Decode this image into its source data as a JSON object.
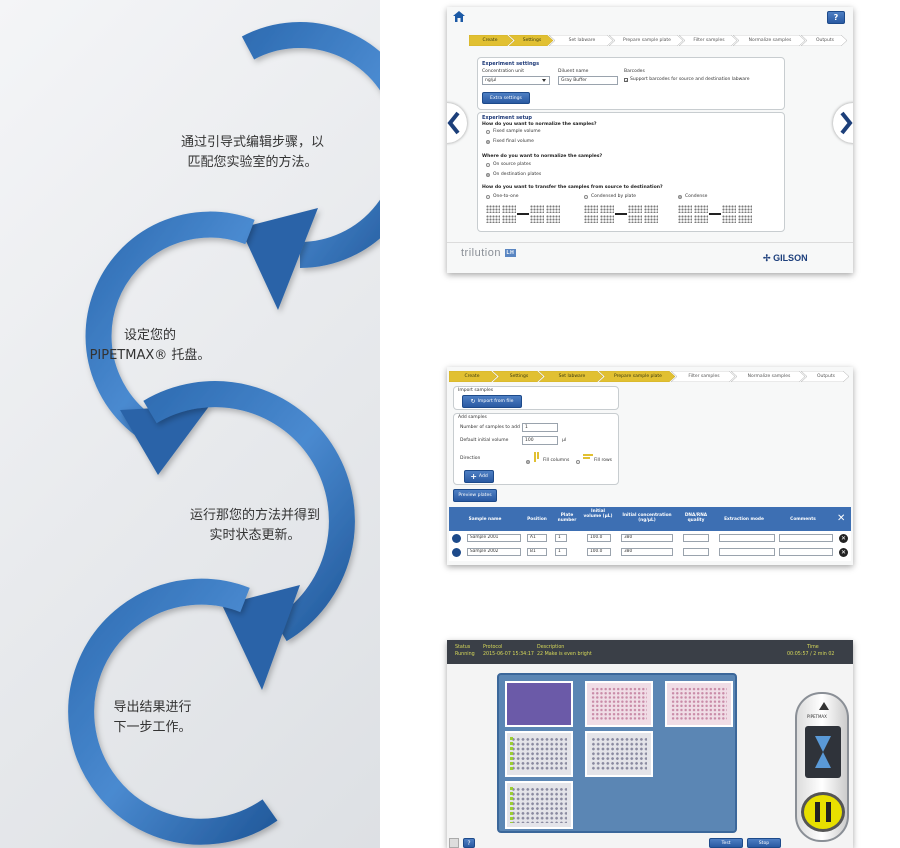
{
  "left": {
    "steps": [
      "通过引导式编辑步骤，以\n匹配您实验室的方法。",
      "设定您的\nPIPETMAX® 托盘。",
      "运行那您的方法并得到\n实时状态更新。",
      "导出结果进行\n下一步工作。"
    ]
  },
  "shot1": {
    "help": "?",
    "steps": [
      "Create",
      "Settings",
      "Set labware",
      "Prepare sample plate",
      "Filter samples",
      "Normalize samples",
      "Outputs"
    ],
    "exp_settings_title": "Experiment settings",
    "conc_unit_label": "Concentration unit",
    "conc_unit_value": "ng/µl",
    "diluent_label": "Diluent name",
    "diluent_value": "Gray Buffer",
    "barcodes_label": "Barcodes",
    "barcodes_option": "Support barcodes for source and destination labware",
    "extra_settings": "Extra settings",
    "exp_setup_title": "Experiment setup",
    "q1": "How do you want to normalize the samples?",
    "q1_opts": [
      "Fixed sample volume",
      "Fixed final volume"
    ],
    "q2": "Where do you want to normalize the samples?",
    "q2_opts": [
      "On source plates",
      "On destination plates"
    ],
    "q3": "How do you want to transfer the samples from source to destination?",
    "q3_opts": [
      "One-to-one",
      "Condensed by plate",
      "Condense"
    ],
    "brand": "trilution",
    "brand_badge": "LH",
    "gilson": "GILSON"
  },
  "shot2": {
    "steps": [
      "Create",
      "Settings",
      "Set labware",
      "Prepare sample plate",
      "Filter samples",
      "Normalize samples",
      "Outputs"
    ],
    "import_title": "Import samples",
    "import_btn": "Import from file",
    "add_title": "Add samples",
    "num_label": "Number of samples to add",
    "num_value": "1",
    "init_label": "Default initial volume",
    "init_value": "100",
    "init_unit": "µl",
    "dir_label": "Direction",
    "dir_opts": [
      "Fill columns",
      "Fill rows"
    ],
    "add_btn": "Add",
    "preview_btn": "Preview plates",
    "table": {
      "headers": [
        "Sample name",
        "Position",
        "Plate number",
        "Initial volume (µL)",
        "Initial concentration (ng/µL)",
        "DNA/RNA quality",
        "Extraction mode",
        "Comments"
      ],
      "rows": [
        [
          "Sample 2001",
          "A1",
          "1",
          "100.0",
          "380"
        ],
        [
          "Sample 2002",
          "B1",
          "1",
          "100.0",
          "380"
        ]
      ]
    }
  },
  "shot3": {
    "status_label": "Status",
    "status_value": "Running",
    "protocol_label": "Protocol",
    "protocol_value": "2015-06-07 15:34:17",
    "desc_label": "Description",
    "desc_value": "22 Make is even bright",
    "time_label": "Time",
    "time_value": "00:05:57 / 2 min 02",
    "device_label": "PIPETMAX",
    "next_btn": "Test",
    "stop_btn": "Stop",
    "colors": {
      "header": "#3a3f47",
      "deck": "#5b86b4",
      "purple": "#6b5aa8",
      "pink": "#f0dde6"
    }
  }
}
